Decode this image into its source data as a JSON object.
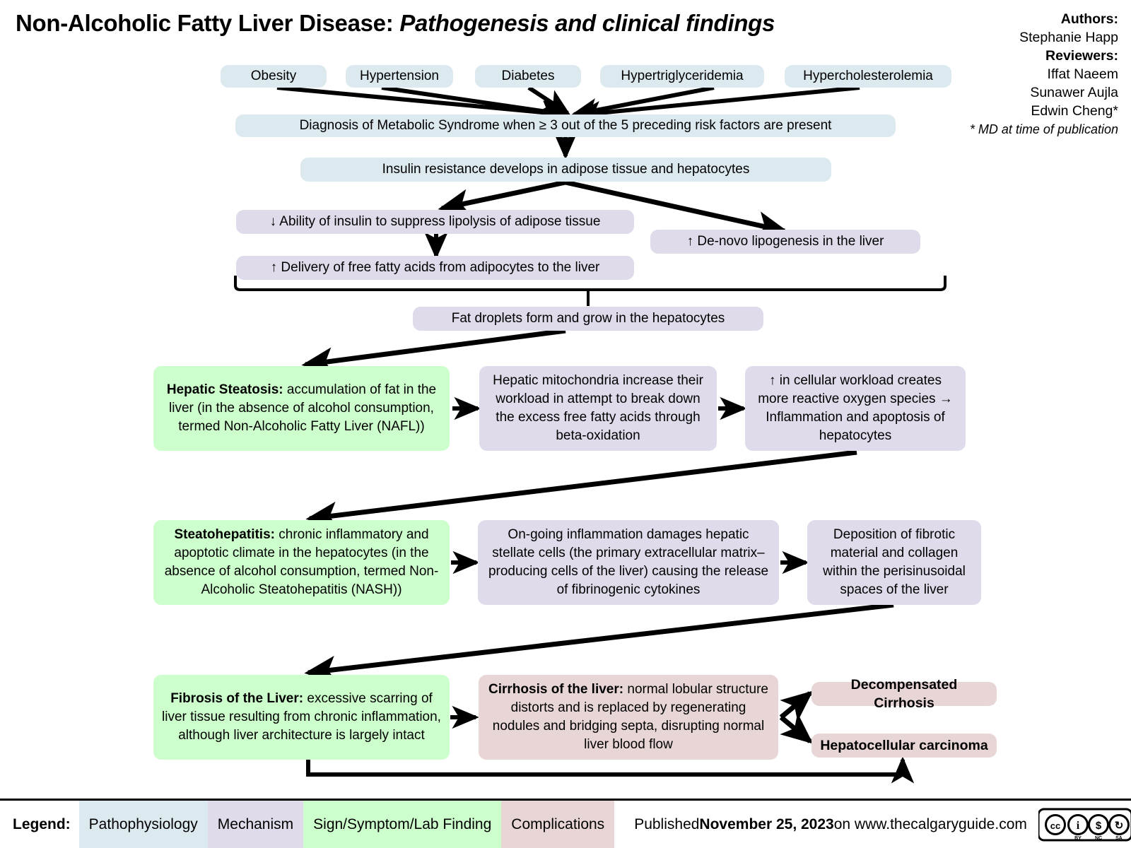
{
  "title": {
    "main": "Non-Alcoholic Fatty Liver Disease:",
    "subtitle": "Pathogenesis and clinical findings"
  },
  "credits": {
    "authors_label": "Authors:",
    "authors": "Stephanie Happ",
    "reviewers_label": "Reviewers:",
    "reviewer1": "Iffat Naeem",
    "reviewer2": "Sunawer Aujla",
    "reviewer3": "Edwin Cheng*",
    "footnote": "* MD at time of publication"
  },
  "risk_factors": [
    {
      "label": "Obesity"
    },
    {
      "label": "Hypertension"
    },
    {
      "label": "Diabetes"
    },
    {
      "label": "Hypertriglyceridemia"
    },
    {
      "label": "Hypercholesterolemia"
    }
  ],
  "nodes": {
    "metabolic_syndrome": "Diagnosis of Metabolic Syndrome when ≥ 3 out of the 5 preceding risk factors are present",
    "insulin_resistance": "Insulin resistance develops in adipose tissue and hepatocytes",
    "suppress_lipolysis": "↓ Ability of insulin to suppress lipolysis of adipose tissue",
    "de_novo_lipogenesis": "↑ De-novo lipogenesis in the liver",
    "ffa_delivery": "↑ Delivery of free fatty acids from adipocytes to the liver",
    "fat_droplets": "Fat droplets form and grow in the hepatocytes",
    "hepatic_steatosis_bold": "Hepatic Steatosis:",
    "hepatic_steatosis_rest": " accumulation of fat in the liver (in the absence of alcohol consumption, termed Non-Alcoholic Fatty Liver (NAFL))",
    "mitochondria": "Hepatic mitochondria increase their workload in attempt to break down the excess free fatty acids through beta-oxidation",
    "ros": "↑ in cellular workload creates more reactive oxygen species → Inflammation and apoptosis of hepatocytes",
    "steatohepatitis_bold": "Steatohepatitis:",
    "steatohepatitis_rest": " chronic inflammatory and apoptotic climate in the hepatocytes (in the absence of alcohol consumption, termed Non-Alcoholic Steatohepatitis (NASH))",
    "stellate_cells": "On-going inflammation damages hepatic stellate cells (the primary extracellular matrix–producing cells of the liver) causing the release of fibrinogenic cytokines",
    "fibrotic_deposition": "Deposition of fibrotic material and collagen within the perisinusoidal spaces of the liver",
    "fibrosis_bold": "Fibrosis of the Liver:",
    "fibrosis_rest": " excessive scarring of liver tissue resulting from chronic inflammation, although liver architecture is largely intact",
    "cirrhosis_bold": "Cirrhosis of the liver:",
    "cirrhosis_rest": " normal lobular structure distorts and is replaced by regenerating nodules and bridging septa, disrupting normal liver blood flow",
    "decompensated_cirrhosis": "Decompensated Cirrhosis",
    "hepatocellular_carcinoma": "Hepatocellular carcinoma"
  },
  "legend": {
    "label": "Legend:",
    "items": [
      {
        "text": "Pathophysiology",
        "color": "#dce9ef"
      },
      {
        "text": "Mechanism",
        "color": "#dfdbea"
      },
      {
        "text": "Sign/Symptom/Lab Finding",
        "color": "#ccffcc"
      },
      {
        "text": "Complications",
        "color": "#e8d6d6"
      }
    ],
    "published_prefix": "Published ",
    "published_date": "November 25, 2023",
    "published_suffix": " on www.thecalgaryguide.com",
    "license": "CC BY-NC-SA"
  },
  "colors": {
    "pathophysiology": "#dce9ef",
    "mechanism": "#dfdbea",
    "sign": "#ccffcc",
    "complication": "#e8d6d6",
    "arrow": "#000000"
  }
}
